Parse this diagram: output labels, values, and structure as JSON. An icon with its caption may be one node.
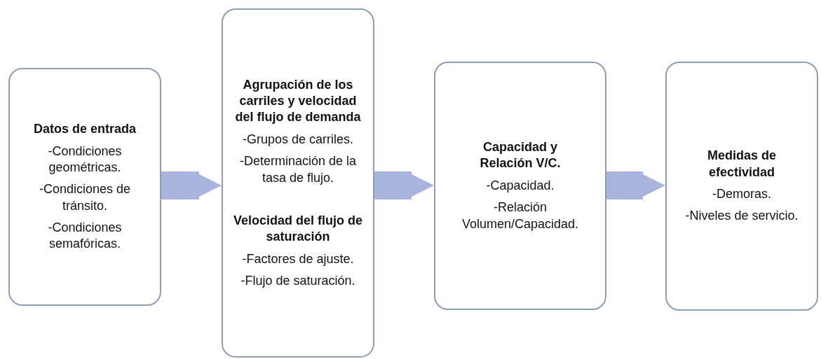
{
  "diagram": {
    "nodes": [
      {
        "text": [
          "Datos de entrada",
          "-Condiciones geométricas.",
          "-Condiciones de tránsito.",
          "-Condiciones semafóricas."
        ]
      },
      {
        "text": [
          "Agrupación de los carriles y velocidad del flujo de demanda",
          "-Grupos de carriles.",
          "-Determinación de la tasa de flujo.",
          "Velocidad del flujo de saturación",
          "-Factores de ajuste.",
          "-Flujo de saturación."
        ]
      },
      {
        "text": [
          "Capacidad y Relación V/C.",
          "-Capacidad.",
          "-Relación Volumen/Capacidad."
        ]
      },
      {
        "text": [
          "Medidas de efectividad",
          "-Demoras.",
          "-Niveles de servicio."
        ]
      }
    ],
    "edges": [
      {
        "from": 0,
        "to": 1,
        "arrow": "to"
      },
      {
        "from": 1,
        "to": 2,
        "arrow": "to"
      },
      {
        "from": 2,
        "to": 3,
        "arrow": "to"
      }
    ]
  }
}
